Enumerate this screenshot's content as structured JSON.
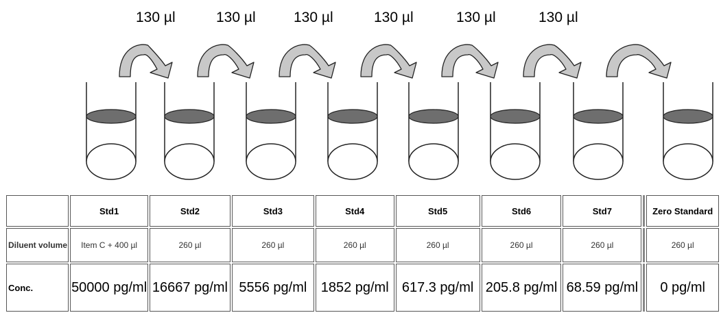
{
  "transfer": {
    "labels": [
      "130 µl",
      "130 µl",
      "130 µl",
      "130 µl",
      "130 µl",
      "130 µl"
    ]
  },
  "colors": {
    "liquid": "#6e6e6e",
    "arrow_fill": "#c8c8c8",
    "outline": "#222222"
  },
  "table": {
    "header": [
      "",
      "Std1",
      "Std2",
      "Std3",
      "Std4",
      "Std5",
      "Std6",
      "Std7",
      "Zero Standard"
    ],
    "diluent": {
      "label": "Diluent volume",
      "values": [
        "Item C + 400 µl",
        "260 µl",
        "260 µl",
        "260 µl",
        "260 µl",
        "260 µl",
        "260 µl",
        "260 µl"
      ]
    },
    "conc": {
      "label": "Conc.",
      "values": [
        "50000 pg/ml",
        "16667 pg/ml",
        "5556 pg/ml",
        "1852 pg/ml",
        "617.3 pg/ml",
        "205.8 pg/ml",
        "68.59 pg/ml",
        "0 pg/ml"
      ]
    }
  }
}
